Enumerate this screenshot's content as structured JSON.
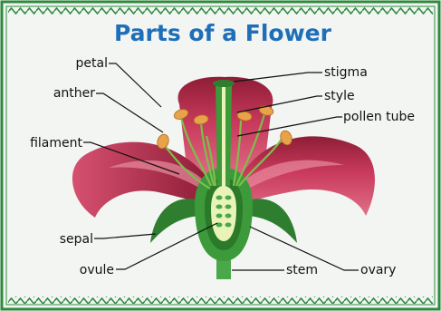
{
  "title": "Parts of a Flower",
  "labels": {
    "petal": "petal",
    "anther": "anther",
    "filament": "filament",
    "sepal": "sepal",
    "ovule": "ovule",
    "stigma": "stigma",
    "style": "style",
    "pollen_tube": "pollen tube",
    "stem": "stem",
    "ovary": "ovary"
  },
  "colors": {
    "border": "#2e8b3e",
    "title": "#1f6fb8",
    "petal": "#c8375a",
    "petal_dark": "#8a1f34",
    "green": "#3c9a3a",
    "anther": "#e8a24a"
  }
}
